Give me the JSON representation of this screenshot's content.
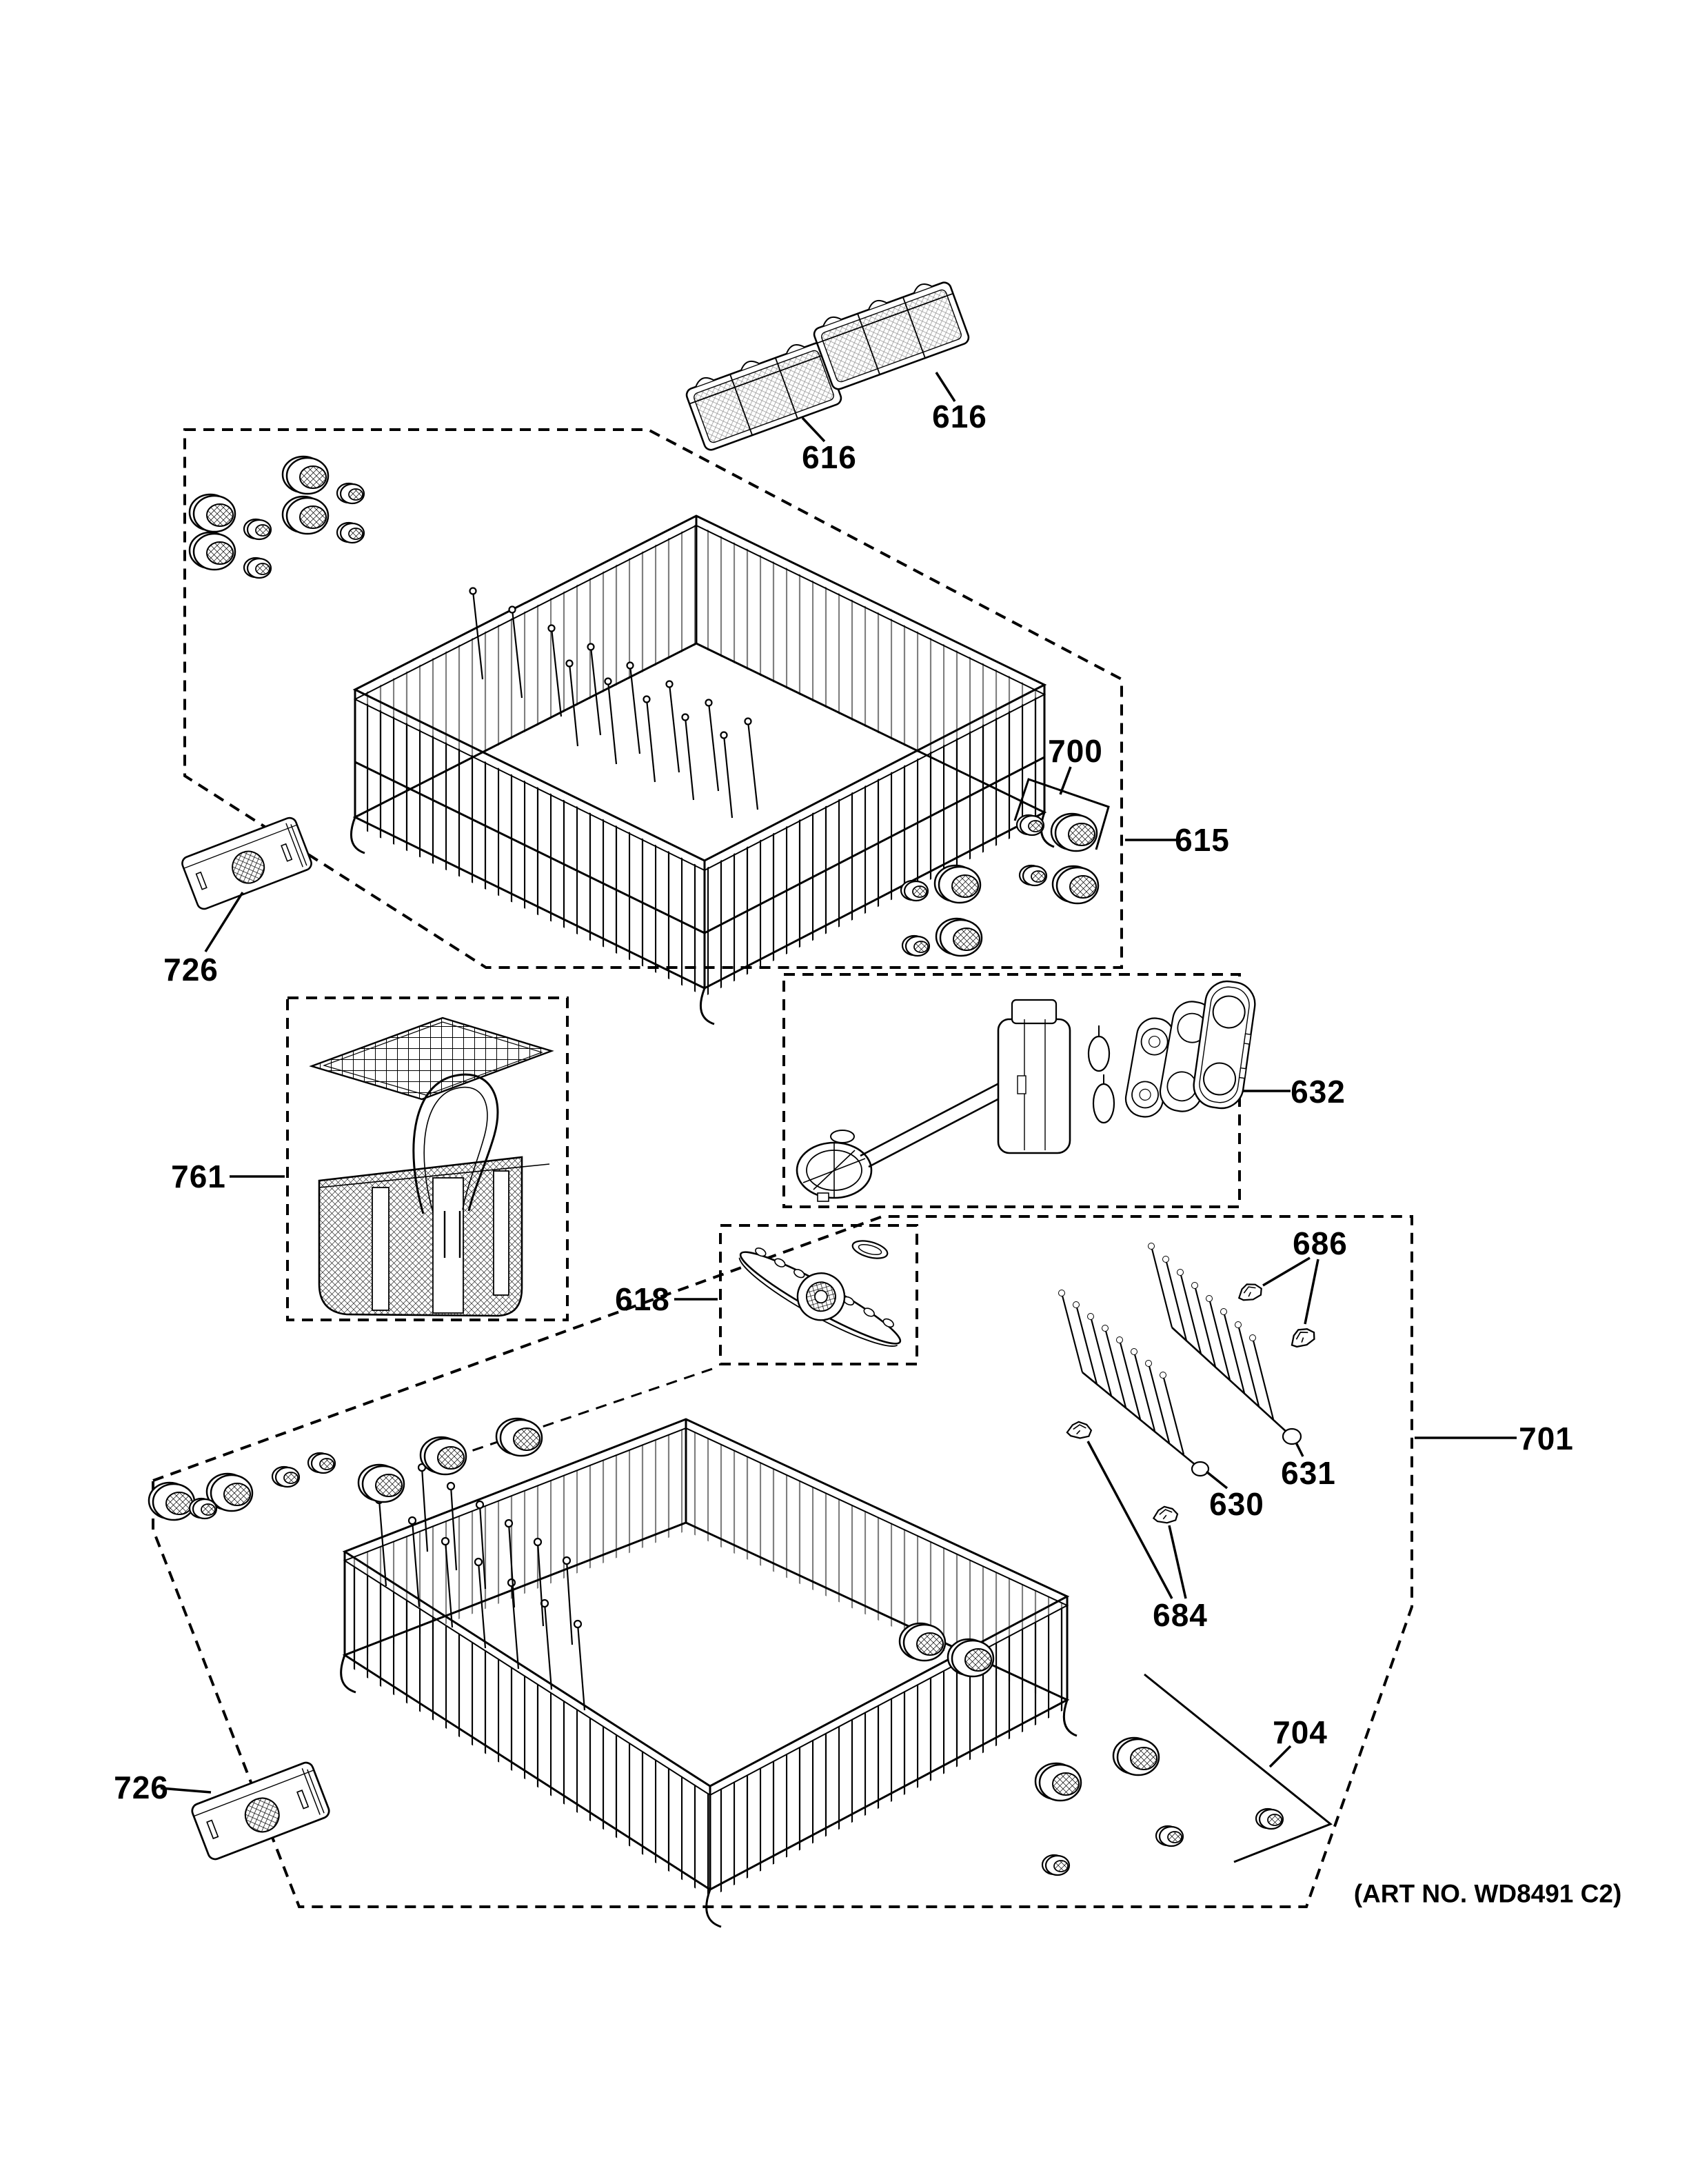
{
  "colors": {
    "background": "#ffffff",
    "line": "#000000"
  },
  "callouts": {
    "tine_module_left": "616",
    "tine_module_right": "616",
    "roller_kit_upper": "700",
    "upper_rack_assembly": "615",
    "end_cap_upper": "726",
    "silverware_basket": "761",
    "conduit_assembly": "632",
    "spray_arm": "618",
    "clip_kit_upper": "686",
    "lower_rack_assembly": "701",
    "tine_row_right": "631",
    "tine_row_left": "630",
    "clip_kit_lower": "684",
    "roller_kit_lower": "704",
    "end_cap_lower": "726"
  },
  "footer": {
    "art_no": "(ART NO. WD8491 C2)"
  }
}
